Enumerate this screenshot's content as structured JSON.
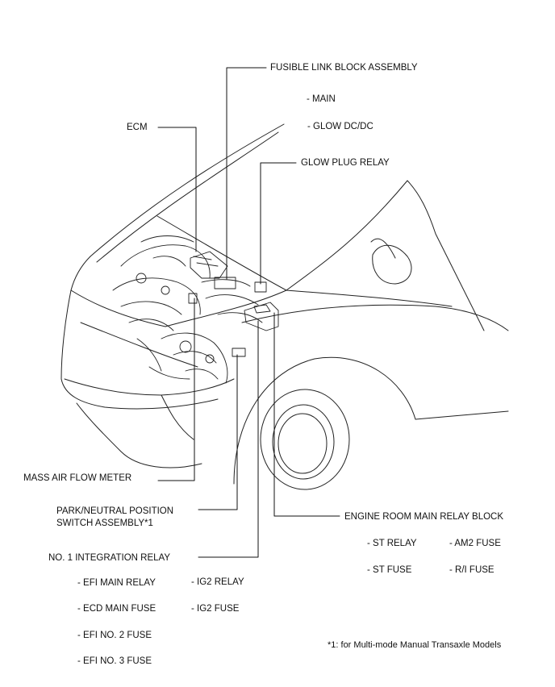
{
  "labels": {
    "fusible_link": "FUSIBLE LINK BLOCK ASSEMBLY",
    "main": "- MAIN",
    "glow_dcdc": "- GLOW DC/DC",
    "ecm": "ECM",
    "glow_plug_relay": "GLOW PLUG RELAY",
    "mass_air_flow": "MASS AIR FLOW METER",
    "park_neutral_1": "PARK/NEUTRAL POSITION",
    "park_neutral_2": "SWITCH ASSEMBLY*1",
    "engine_room_relay_block": "ENGINE ROOM MAIN RELAY BLOCK",
    "st_relay": "- ST RELAY",
    "am2_fuse": "- AM2 FUSE",
    "st_fuse": "- ST FUSE",
    "ri_fuse": "- R/I FUSE",
    "integration_relay": "NO. 1 INTEGRATION RELAY",
    "efi_main_relay": "- EFI MAIN RELAY",
    "ig2_relay": "- IG2 RELAY",
    "ecd_main_fuse": "- ECD MAIN FUSE",
    "ig2_fuse": "- IG2 FUSE",
    "efi_no2_fuse": "- EFI NO. 2 FUSE",
    "efi_no3_fuse": "- EFI NO. 3 FUSE",
    "footnote": "*1: for Multi-mode Manual Transaxle Models"
  }
}
